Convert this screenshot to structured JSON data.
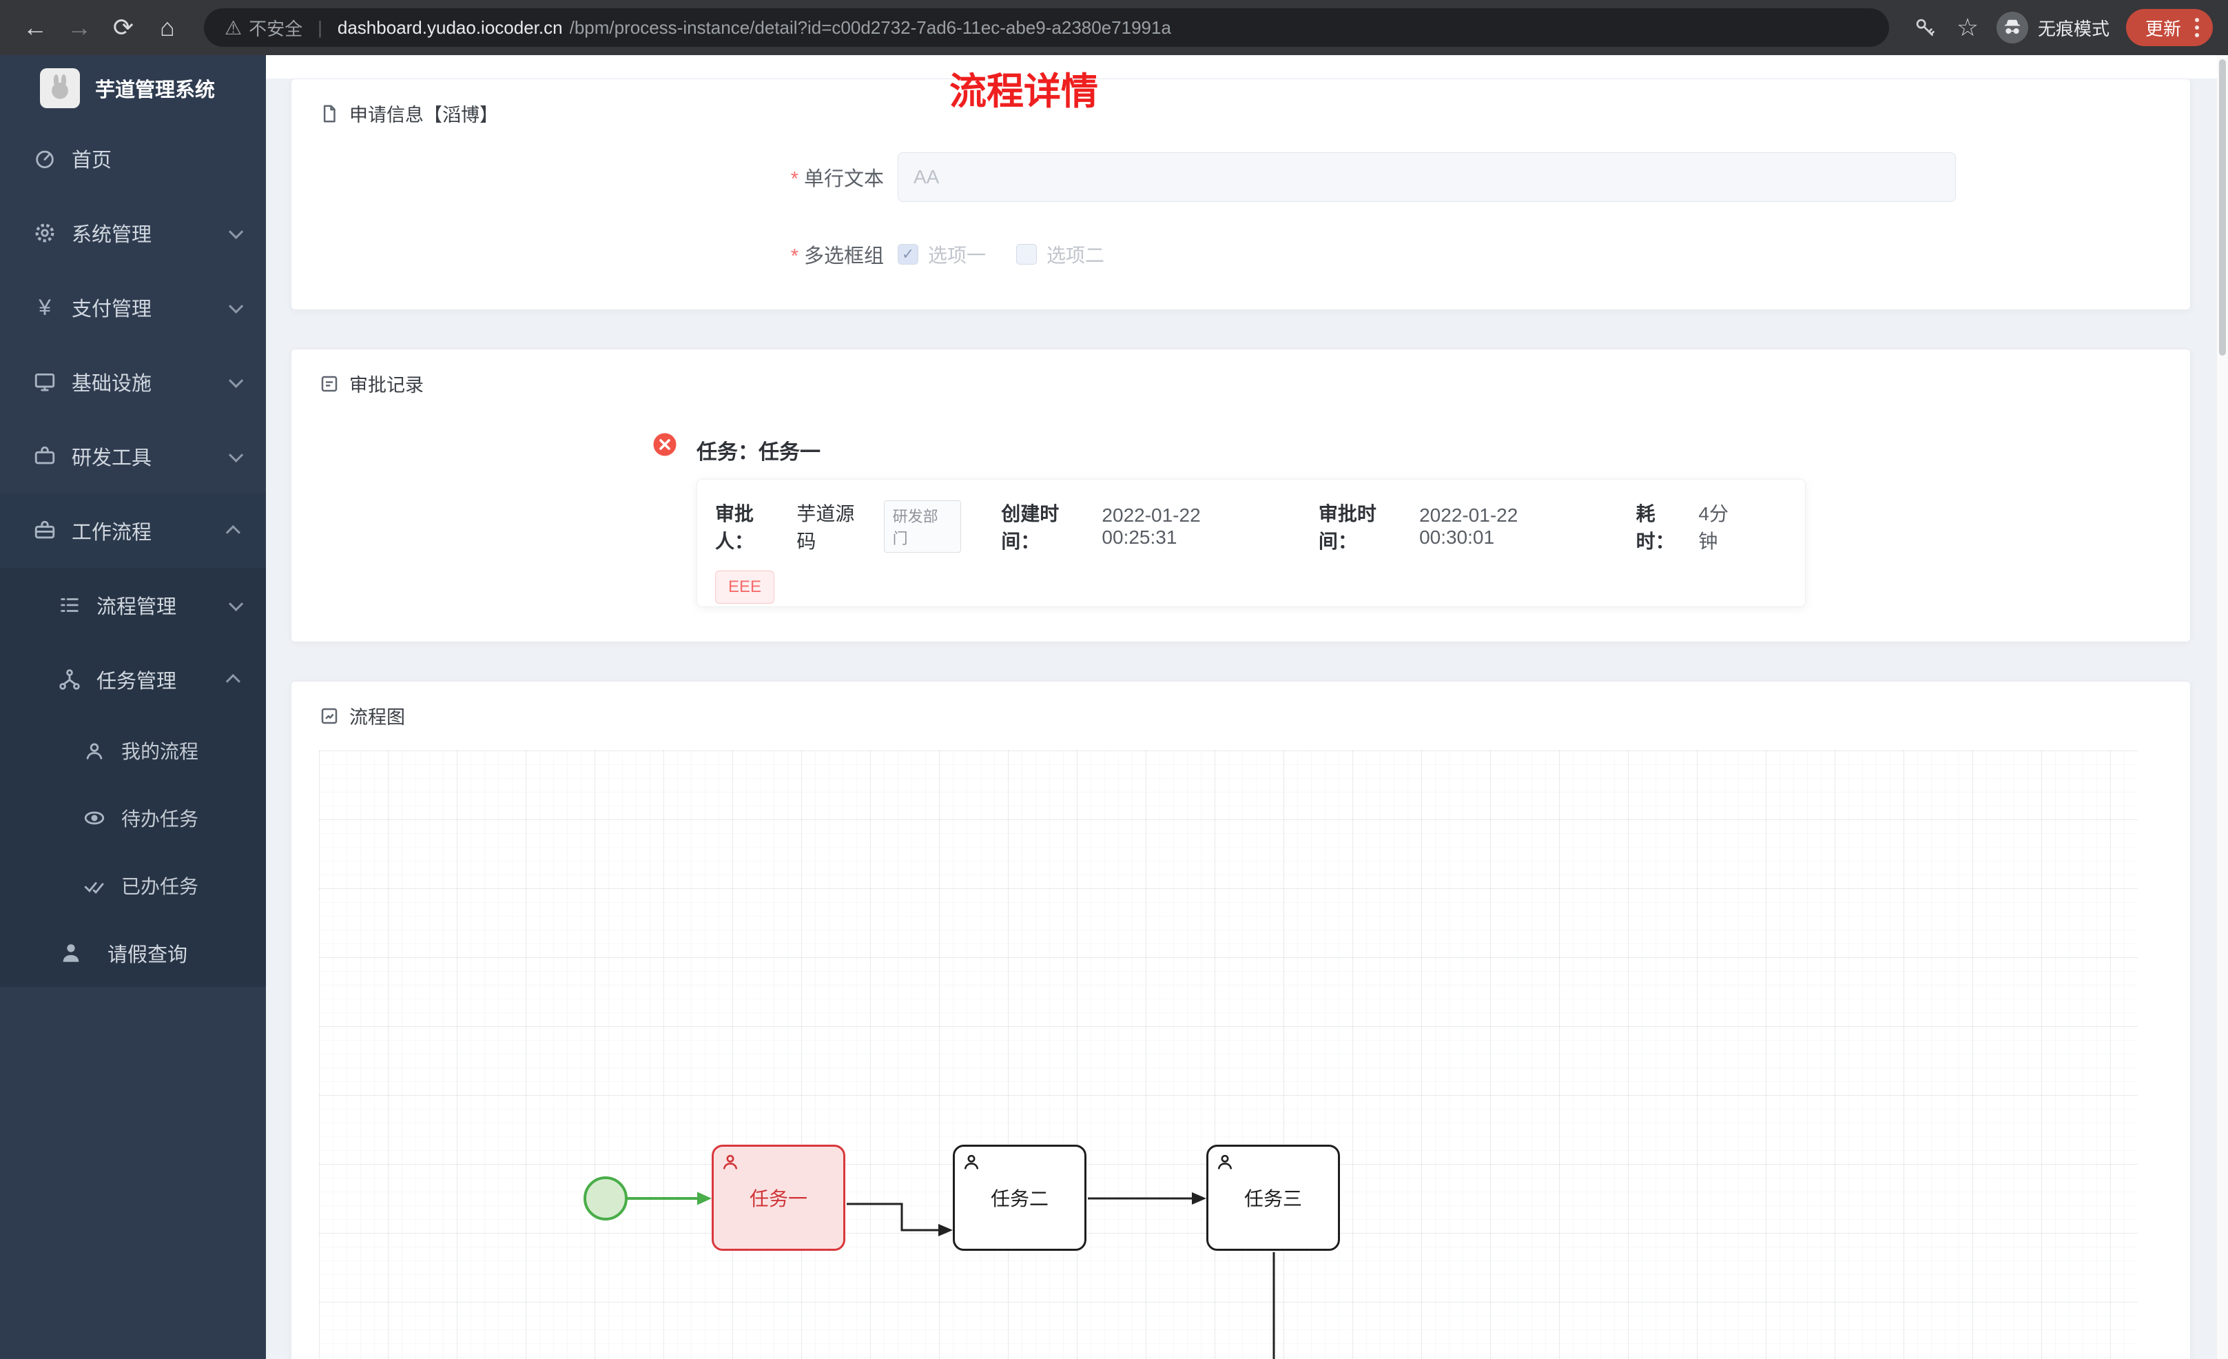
{
  "browser": {
    "security_label": "不安全",
    "url_divider": "|",
    "url_domain": "dashboard.yudao.iocoder.cn",
    "url_path": "/bpm/process-instance/detail?id=c00d2732-7ad6-11ec-abe9-a2380e71991a",
    "incognito_label": "无痕模式",
    "update_label": "更新"
  },
  "icons": {
    "back": "←",
    "forward": "→",
    "refresh": "⟳",
    "home": "⌂",
    "warning": "⚠",
    "star": "☆",
    "yen": "¥",
    "check": "✓"
  },
  "sidebar": {
    "app_title": "芋道管理系统",
    "items": [
      {
        "label": "首页"
      },
      {
        "label": "系统管理"
      },
      {
        "label": "支付管理"
      },
      {
        "label": "基础设施"
      },
      {
        "label": "研发工具"
      },
      {
        "label": "工作流程"
      }
    ],
    "process_mgmt": {
      "label": "流程管理"
    },
    "task_mgmt": {
      "label": "任务管理"
    },
    "task_children": [
      {
        "label": "我的流程"
      },
      {
        "label": "待办任务"
      },
      {
        "label": "已办任务"
      }
    ],
    "leave": {
      "label": "请假查询"
    }
  },
  "page": {
    "title": "流程详情"
  },
  "apply_card": {
    "title": "申请信息【滔博】",
    "required_mark": "*",
    "single_line": {
      "label": "单行文本",
      "placeholder": "AA"
    },
    "checkbox_group": {
      "label": "多选框组",
      "options": [
        {
          "label": "选项一",
          "checked": true
        },
        {
          "label": "选项二",
          "checked": false
        }
      ]
    }
  },
  "approval_card": {
    "title": "审批记录",
    "task_title": "任务：任务一",
    "approver": {
      "label": "审批人：",
      "value": "芋道源码",
      "tag": "研发部门"
    },
    "created": {
      "label": "创建时间：",
      "value": "2022-01-22 00:25:31"
    },
    "approved": {
      "label": "审批时间：",
      "value": "2022-01-22 00:30:01"
    },
    "duration": {
      "label": "耗时：",
      "value": "4分钟"
    },
    "comment": "EEE"
  },
  "diagram_card": {
    "title": "流程图",
    "tasks": [
      {
        "label": "任务一",
        "state": "current"
      },
      {
        "label": "任务二",
        "state": "normal"
      },
      {
        "label": "任务三",
        "state": "normal"
      }
    ]
  },
  "colors": {
    "current_task": "#d8383c",
    "start_event": "#49ad49",
    "accent_red": "#f56c6c",
    "title_red": "#ef1f1f"
  }
}
